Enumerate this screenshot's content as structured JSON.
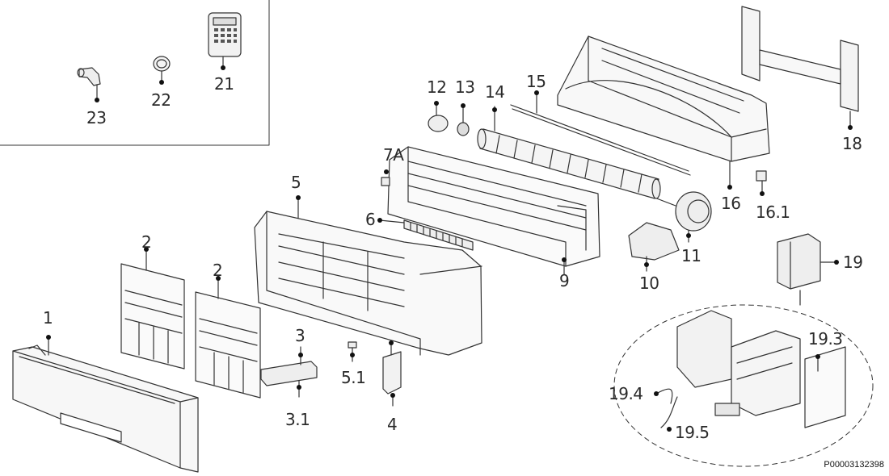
{
  "drawing_code": "P00003132398",
  "parts": {
    "p1": "1",
    "p2a": "2",
    "p2b": "2",
    "p3": "3",
    "p3_1": "3.1",
    "p4": "4",
    "p5": "5",
    "p5_1": "5.1",
    "p6": "6",
    "p7a": "7A",
    "p9": "9",
    "p10": "10",
    "p11": "11",
    "p12": "12",
    "p13": "13",
    "p14": "14",
    "p15": "15",
    "p16": "16",
    "p16_1": "16.1",
    "p18": "18",
    "p19": "19",
    "p19_3": "19.3",
    "p19_4": "19.4",
    "p19_5": "19.5",
    "p21": "21",
    "p22": "22",
    "p23": "23"
  }
}
